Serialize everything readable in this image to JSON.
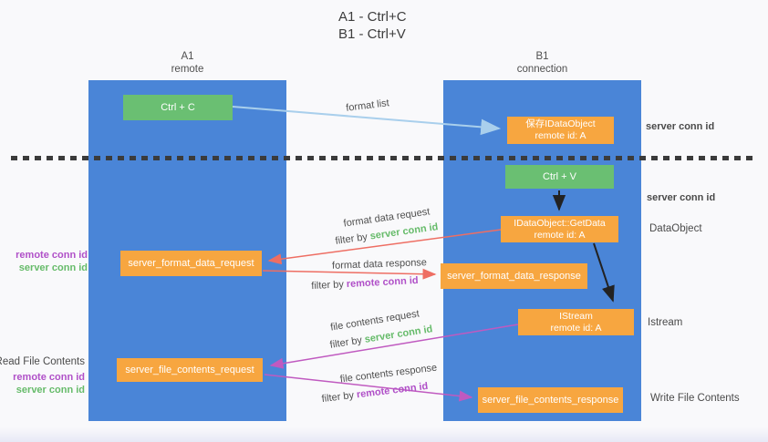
{
  "title": {
    "line1": "A1 - Ctrl+C",
    "line2": "B1 - Ctrl+V"
  },
  "lanes": {
    "a": {
      "header_top": "A1",
      "header_bottom": "remote"
    },
    "b": {
      "header_top": "B1",
      "header_bottom": "connection"
    }
  },
  "nodes": {
    "ctrl_c": {
      "label": "Ctrl + C"
    },
    "save_dataobject": {
      "line1": "保存IDataObject",
      "line2": "remote id: A"
    },
    "ctrl_v": {
      "label": "Ctrl + V"
    },
    "getdata": {
      "line1": "IDataObject::GetData",
      "line2": "remote id: A"
    },
    "format_request": {
      "label": "server_format_data_request"
    },
    "format_response": {
      "label": "server_format_data_response"
    },
    "istream": {
      "line1": "IStream",
      "line2": "remote id: A"
    },
    "file_request": {
      "label": "server_file_contents_request"
    },
    "file_response": {
      "label": "server_file_contents_response"
    }
  },
  "edge_labels": {
    "format_list": "format list",
    "format_data_request": "format data request",
    "format_data_response": "format data response",
    "file_contents_request": "file contents request",
    "file_contents_response": "file contents response",
    "filter_by": "filter by ",
    "server_conn_id": "server conn id",
    "remote_conn_id": "remote conn id"
  },
  "side_labels": {
    "left_request": {
      "remote": "remote conn id",
      "server": "server conn id"
    },
    "read_file": "Read File Contents",
    "left_file": {
      "remote": "remote conn id",
      "server": "server conn id"
    },
    "right_server_top": "server conn id",
    "right_server_mid": "server conn id",
    "dataobject": "DataObject",
    "istream": "Istream",
    "write_file": "Write File Contents"
  },
  "colors": {
    "lane_blue": "#4a85d7",
    "box_green": "#6abf72",
    "box_orange": "#f7a640",
    "arrow_light_blue": "#a9cfec",
    "arrow_red": "#ee6e63",
    "arrow_magenta": "#c05ac0",
    "arrow_black": "#222222",
    "text_green": "#66bb6a",
    "text_purple": "#b050c8",
    "text_gray": "#4f4f4f"
  }
}
